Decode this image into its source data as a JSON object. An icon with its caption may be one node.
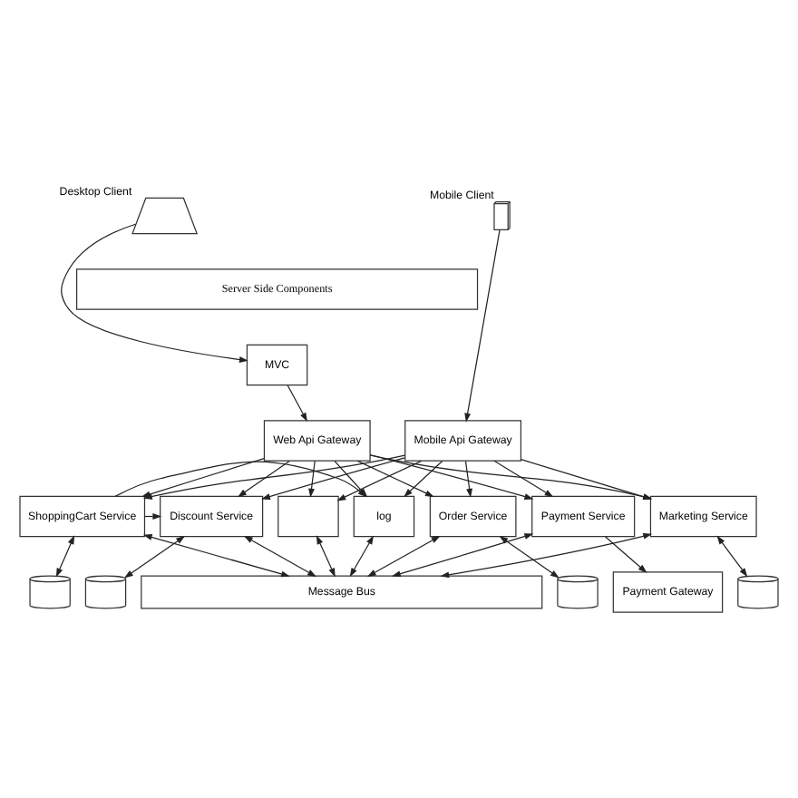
{
  "diagram": {
    "nodes": [
      {
        "text": [],
        "shape": "laptop",
        "beside": [
          "Desktop Client"
        ]
      },
      {
        "text": [],
        "shape": "phone",
        "beside": [
          "Mobile Client"
        ]
      },
      {
        "text": [
          "Server Side Components"
        ]
      },
      {
        "text": [
          "MVC"
        ]
      },
      {
        "text": [
          "Web Api Gateway"
        ]
      },
      {
        "text": [
          "Mobile Api Gateway"
        ]
      },
      {
        "text": [
          "log"
        ]
      },
      {
        "text": [
          "ShoppingCart Service"
        ]
      },
      {
        "text": [
          "Discount Service"
        ]
      },
      {
        "text": [
          "Order Service"
        ]
      },
      {
        "text": [
          "Payment Service"
        ]
      },
      {
        "text": [
          "Marketing Service"
        ]
      },
      {
        "text": [],
        "shape": "box"
      },
      {
        "text": [],
        "shape": "cylinder"
      },
      {
        "text": [],
        "shape": "cylinder"
      },
      {
        "text": [],
        "shape": "cylinder"
      },
      {
        "text": [
          "Payment Gateway"
        ]
      },
      {
        "text": [],
        "shape": "cylinder"
      },
      {
        "text": [
          "Message Bus"
        ]
      }
    ],
    "edges": [
      {
        "from": 0,
        "to": 3,
        "arrow": "to"
      },
      {
        "from": 3,
        "to": 4,
        "arrow": "to"
      },
      {
        "from": 1,
        "to": 5,
        "arrow": "to"
      },
      {
        "from": 4,
        "to": 6,
        "arrow": "to"
      },
      {
        "from": 4,
        "to": 7,
        "arrow": "to"
      },
      {
        "from": 4,
        "to": 8,
        "arrow": "to"
      },
      {
        "from": 4,
        "to": 9,
        "arrow": "to"
      },
      {
        "from": 4,
        "to": 10,
        "arrow": "to"
      },
      {
        "from": 4,
        "to": 11,
        "arrow": "to"
      },
      {
        "from": 4,
        "to": 12,
        "arrow": "to"
      },
      {
        "from": 5,
        "to": 6,
        "arrow": "to"
      },
      {
        "from": 5,
        "to": 7,
        "arrow": "to"
      },
      {
        "from": 5,
        "to": 8,
        "arrow": "to"
      },
      {
        "from": 5,
        "to": 9,
        "arrow": "to"
      },
      {
        "from": 5,
        "to": 10,
        "arrow": "to"
      },
      {
        "from": 5,
        "to": 11,
        "arrow": "to"
      },
      {
        "from": 5,
        "to": 12,
        "arrow": "to"
      },
      {
        "from": 7,
        "to": 6,
        "arrow": "to"
      },
      {
        "from": 7,
        "to": 8,
        "arrow": "to"
      },
      {
        "from": 7,
        "to": 13,
        "arrow": "both"
      },
      {
        "from": 8,
        "to": 14,
        "arrow": "both"
      },
      {
        "from": 9,
        "to": 15,
        "arrow": "both"
      },
      {
        "from": 10,
        "to": 16,
        "arrow": "to"
      },
      {
        "from": 11,
        "to": 17,
        "arrow": "both"
      },
      {
        "from": 6,
        "to": 18,
        "arrow": "both"
      },
      {
        "from": 7,
        "to": 18,
        "arrow": "both"
      },
      {
        "from": 8,
        "to": 18,
        "arrow": "both"
      },
      {
        "from": 9,
        "to": 18,
        "arrow": "both"
      },
      {
        "from": 10,
        "to": 18,
        "arrow": "both"
      },
      {
        "from": 11,
        "to": 18,
        "arrow": "both"
      },
      {
        "from": 12,
        "to": 18,
        "arrow": "both"
      }
    ]
  }
}
